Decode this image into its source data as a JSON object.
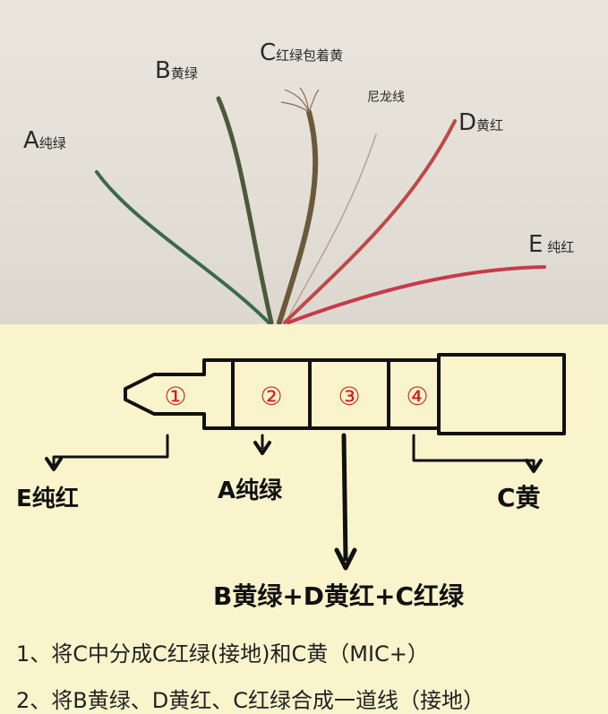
{
  "wires": [
    {
      "letter": "A",
      "desc": "纯绿",
      "color": "#3a6a4a"
    },
    {
      "letter": "B",
      "desc": "黄绿",
      "color": "#4a5a3a"
    },
    {
      "letter": "C",
      "desc": "红绿包着黄",
      "color": "#6a5a3a"
    },
    {
      "letter": "",
      "desc": "尼龙线",
      "color": "#b8a090"
    },
    {
      "letter": "D",
      "desc": "黄红",
      "color": "#c04848"
    },
    {
      "letter": "E",
      "desc": "纯红",
      "color": "#c83a4a"
    }
  ],
  "plug": {
    "segments": [
      "①",
      "②",
      "③",
      "④"
    ],
    "number_color": "#d42020",
    "outline_color": "#111111"
  },
  "connections": {
    "seg1": "E纯红",
    "seg2": "A纯绿",
    "seg3": "B黄绿+D黄红+C红绿",
    "seg4": "C黄"
  },
  "notes": [
    "1、将C中分成C红绿(接地)和C黄（MIC+）",
    "2、将B黄绿、D黄红、C红绿合成一道线（接地）"
  ]
}
